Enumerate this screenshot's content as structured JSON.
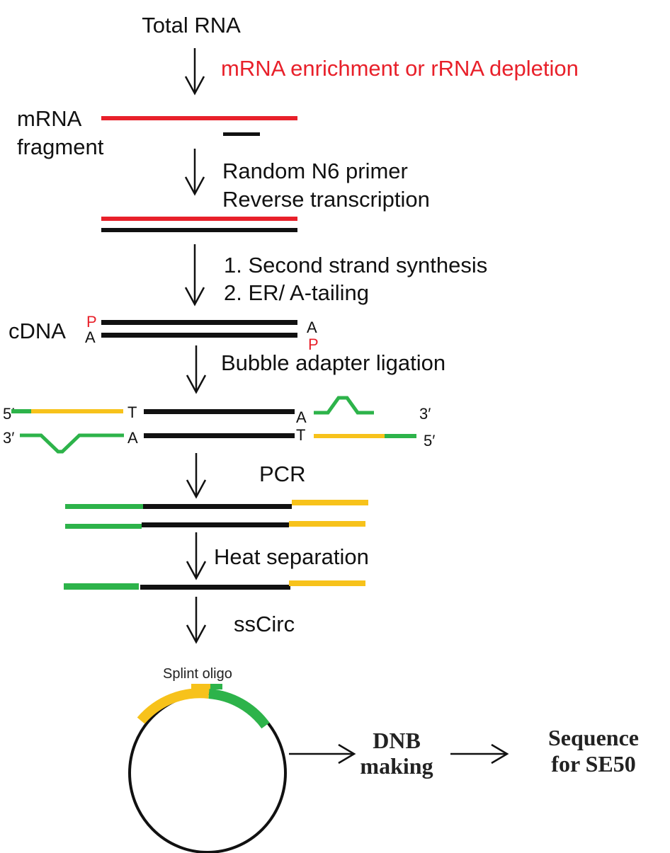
{
  "title": "Total RNA",
  "colors": {
    "red": "#e8202a",
    "black": "#111111",
    "green": "#2db34a",
    "yellow": "#f7c21b"
  },
  "steps": [
    {
      "label": "mRNA enrichment or rRNA depletion"
    },
    {
      "label_1": "Random N6 primer",
      "label_2": "Reverse transcription"
    },
    {
      "label_1": "1. Second strand synthesis",
      "label_2": "2. ER/ A-tailing"
    },
    {
      "label": "Bubble adapter ligation"
    },
    {
      "label": "PCR"
    },
    {
      "label": "Heat separation"
    },
    {
      "label": "ssCirc"
    }
  ],
  "labels": {
    "mrna_fragment_1": "mRNA",
    "mrna_fragment_2": "fragment",
    "cdna": "cDNA",
    "p": "P",
    "a": "A",
    "t": "T",
    "five_prime": "5′",
    "three_prime": "3′",
    "splint_oligo": "Splint oligo",
    "dnb_1": "DNB",
    "dnb_2": "making",
    "seq_1": "Sequence",
    "seq_2": "for SE50"
  }
}
